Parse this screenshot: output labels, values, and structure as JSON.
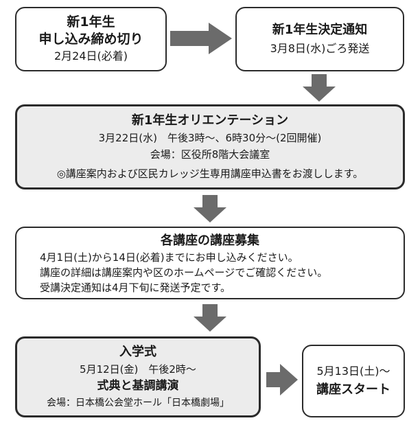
{
  "deadline": {
    "title": "新1年生",
    "subtitle": "申し込み締め切り",
    "date": "2月24日(必着)"
  },
  "decision": {
    "title": "新1年生決定通知",
    "date": "3月8日(水)ごろ発送"
  },
  "orientation": {
    "title": "新1年生オリエンテーション",
    "time": "3月22日(水)　午後3時～、6時30分～(2回開催)",
    "venue": "会場：区役所8階大会議室",
    "note": "◎講座案内および区民カレッジ生専用講座申込書をお渡しします。"
  },
  "recruitment": {
    "title": "各講座の講座募集",
    "lines": [
      "4月1日(土)から14日(必着)までにお申し込みください。",
      "講座の詳細は講座案内や区のホームページでご確認ください。",
      "受講決定通知は4月下旬に発送予定です。"
    ]
  },
  "entrance": {
    "title": "入学式",
    "time": "5月12日(金)　午後2時～",
    "event": "式典と基調講演",
    "venue": "会場：日本橋公会堂ホール「日本橋劇場」"
  },
  "start": {
    "date": "5月13日(土)～",
    "label": "講座スタート"
  },
  "arrow_color": "#6b6b6b"
}
